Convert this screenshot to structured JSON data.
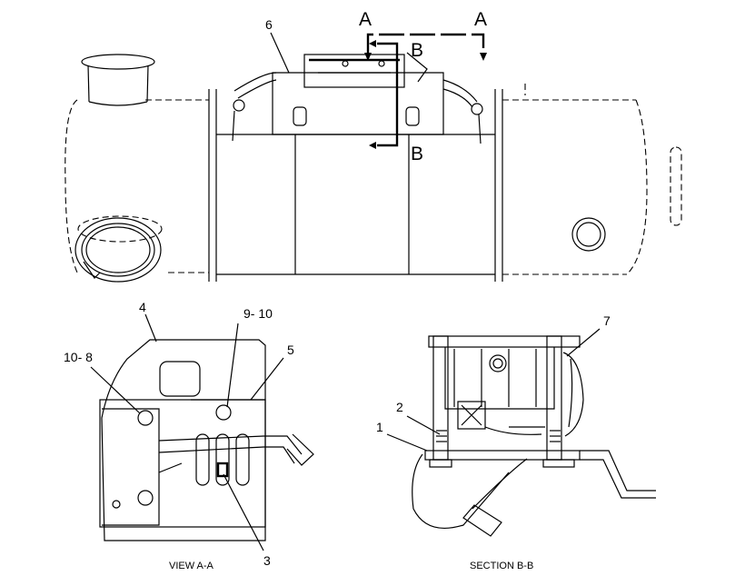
{
  "labels": {
    "view_a_left": "A",
    "view_a_right": "A",
    "section_b_top": "B",
    "section_b_bottom": "B",
    "part_6": "6",
    "part_4": "4",
    "part_9_10": "9- 10",
    "part_5": "5",
    "part_10_8": "10- 8",
    "part_3": "3",
    "part_7": "7",
    "part_2": "2",
    "part_1": "1"
  },
  "captions": {
    "view_aa": "VIEW A-A",
    "section_bb": "SECTION B-B"
  }
}
